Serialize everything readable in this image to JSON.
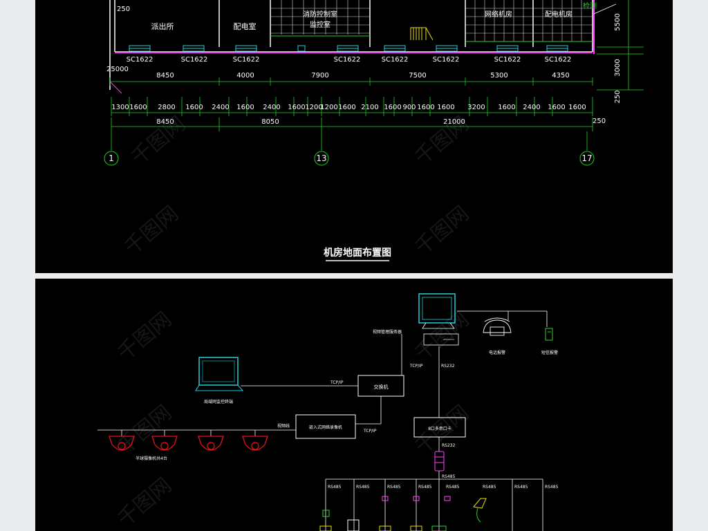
{
  "floor_plan": {
    "title": "机房地面布置图",
    "rooms": [
      "派出所",
      "配电室",
      "消防控制室",
      "监控室",
      "网络机房",
      "配电机房"
    ],
    "window_code": "SC1622",
    "left_top_dim": "250",
    "left_label": "25000",
    "top_dims": [
      "8450",
      "4000",
      "7900",
      "7500",
      "5300",
      "4350"
    ],
    "detail_dims": [
      "1300",
      "1600",
      "2800",
      "1600",
      "2400",
      "1600",
      "2400",
      "1600",
      "1200",
      "1200",
      "1600",
      "2100",
      "1600",
      "900",
      "1600",
      "1600",
      "3200",
      "1600",
      "2400",
      "1600",
      "1600"
    ],
    "total_dims": [
      "8450",
      "8050",
      "21000"
    ],
    "right_dims": [
      "5500",
      "3000",
      "250"
    ],
    "right_bottom_dim": "250",
    "axis_labels": [
      "1",
      "13",
      "17"
    ],
    "top_right_note": "检测"
  },
  "network": {
    "server_label": "视频管理服务器",
    "phone_label": "电话报警",
    "alarm_label": "短信报警",
    "laptop_label": "局域网监控终端",
    "switch_label": "交换机",
    "nvr_label": "嵌入式网络录像机",
    "serial_card_label": "8口多串口卡",
    "camera_label": "半球摄像机共4台",
    "link_labels": {
      "tcp_laptop": "TCP/IP",
      "tcp_server": "TCP/IP",
      "rs232_server": "RS232",
      "tcp_nvr": "TCP/IP",
      "video_line": "视频线",
      "rs232_card": "RS232",
      "rs485_conv": "RS485"
    },
    "bus_labels": [
      "RS485",
      "RS485",
      "RS485",
      "RS485",
      "RS485",
      "RS485",
      "RS485",
      "RS485"
    ]
  },
  "colors": {
    "background": "#000000",
    "wall": "#ffffff",
    "dimension": "#1fd41f",
    "window": "#24d0d8",
    "camera": "#e8101c",
    "device": "#ffffff",
    "magenta": "#ff40ff",
    "stair": "#f0e000",
    "page": "#e9ebee"
  }
}
